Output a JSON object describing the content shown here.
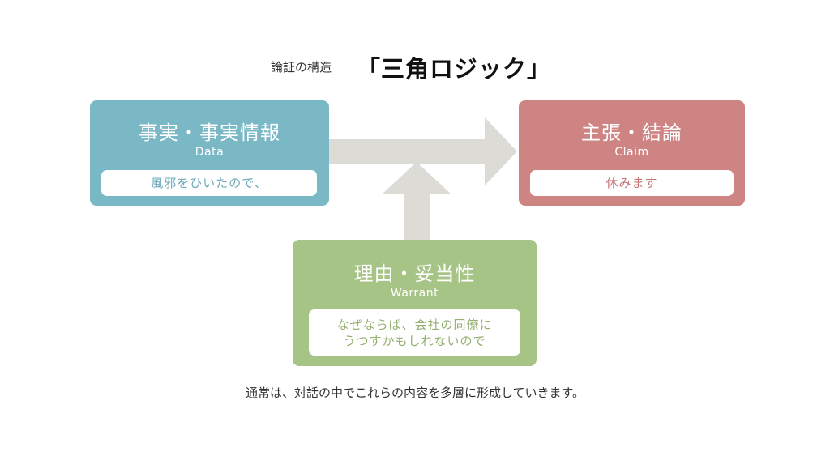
{
  "title": {
    "sub": "論証の構造",
    "main": "「三角ロジック」"
  },
  "data_box": {
    "title": "事実・事実情報",
    "en": "Data",
    "example": "風邪をひいたので、",
    "color": "#7ab8c6"
  },
  "claim_box": {
    "title": "主張・結論",
    "en": "Claim",
    "example": "休みます",
    "color": "#cf8484"
  },
  "warrant_box": {
    "title": "理由・妥当性",
    "en": "Warrant",
    "example_line1": "なぜならば、会社の同僚に",
    "example_line2": "うつすかもしれないので",
    "color": "#a6c486"
  },
  "arrow_color": "#dcdbd5",
  "footer": "通常は、対話の中でこれらの内容を多層に形成していきます。"
}
